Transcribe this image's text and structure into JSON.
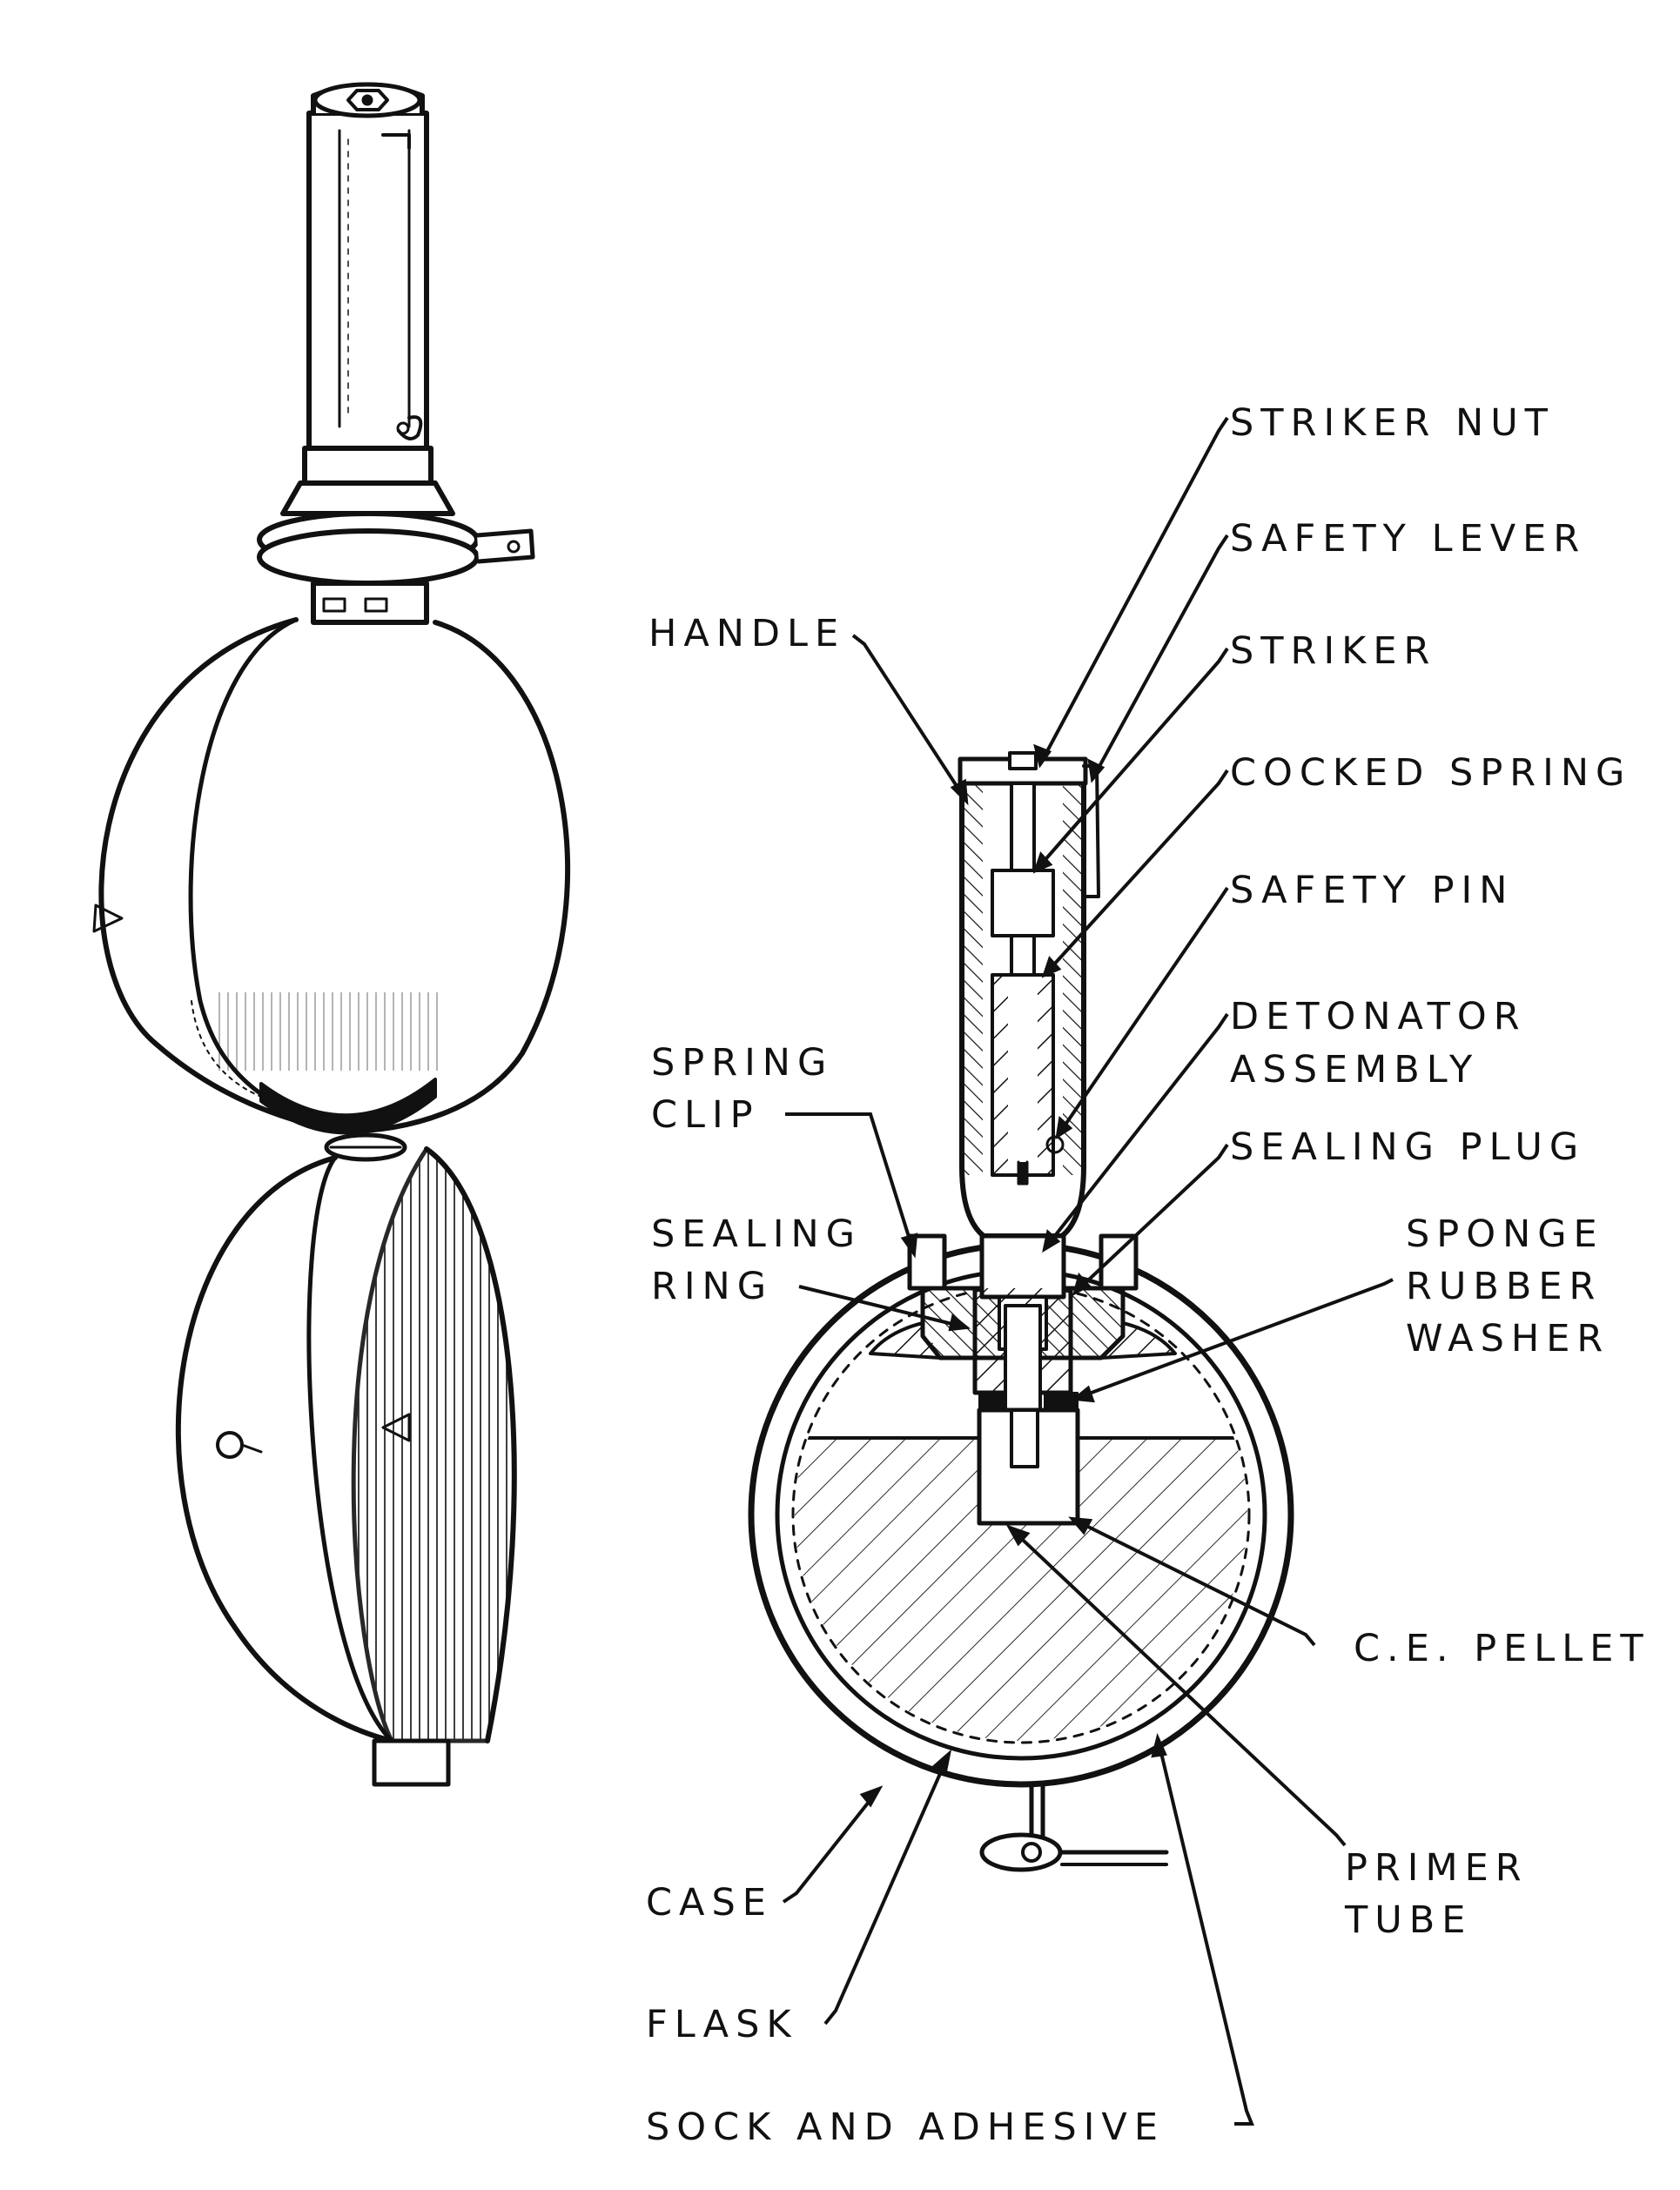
{
  "labels": {
    "striker_nut": "STRIKER NUT",
    "safety_lever": "SAFETY LEVER",
    "striker": "STRIKER",
    "cocked_spring": "COCKED SPRING",
    "safety_pin": "SAFETY PIN",
    "detonator_1": "DETONATOR",
    "detonator_2": "ASSEMBLY",
    "sealing_plug": "SEALING PLUG",
    "sponge_1": "SPONGE",
    "sponge_2": "RUBBER",
    "sponge_3": "WASHER",
    "handle": "HANDLE",
    "spring_clip_1": "SPRING",
    "spring_clip_2": "CLIP",
    "sealing_ring_1": "SEALING",
    "sealing_ring_2": "RING",
    "ce_pellet": "C.E. PELLET",
    "case": "CASE",
    "primer_1": "PRIMER",
    "primer_2": "TUBE",
    "flask": "FLASK",
    "sock": "SOCK AND ADHESIVE"
  },
  "colors": {
    "ink": "#111111",
    "paper": "#ffffff"
  }
}
